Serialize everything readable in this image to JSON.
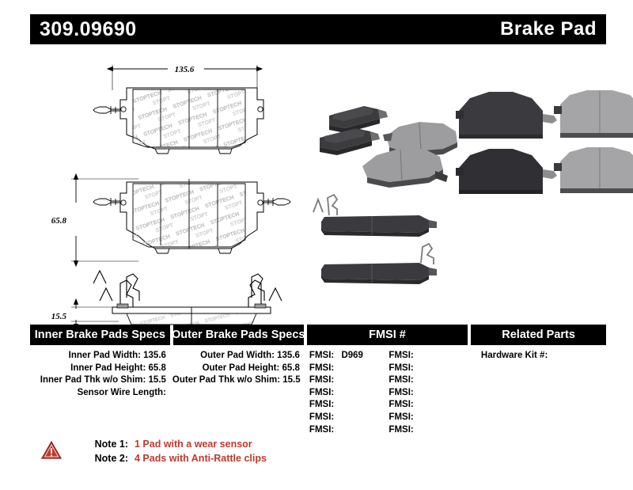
{
  "header": {
    "part_number": "309.09690",
    "product_type": "Brake Pad"
  },
  "drawing": {
    "dim_width": "135.6",
    "dim_height": "65.8",
    "dim_thickness": "15.5",
    "watermark_text": "STOPTECH"
  },
  "table": {
    "headers": {
      "inner": "Inner Brake Pads Specs",
      "outer": "Outer Brake Pads Specs",
      "fmsi": "FMSI #",
      "related": "Related Parts"
    },
    "inner_specs": [
      {
        "label": "Inner Pad Width:",
        "value": "135.6"
      },
      {
        "label": "Inner Pad Height:",
        "value": "65.8"
      },
      {
        "label": "Inner Pad Thk w/o Shim:",
        "value": "15.5"
      },
      {
        "label": "Sensor Wire Length:",
        "value": ""
      }
    ],
    "outer_specs": [
      {
        "label": "Outer Pad Width:",
        "value": "135.6"
      },
      {
        "label": "Outer Pad Height:",
        "value": "65.8"
      },
      {
        "label": "Outer Pad Thk w/o Shim:",
        "value": "15.5"
      },
      {
        "label": "",
        "value": ""
      }
    ],
    "fmsi_left": [
      {
        "label": "FMSI:",
        "value": "D969"
      },
      {
        "label": "FMSI:",
        "value": ""
      },
      {
        "label": "FMSI:",
        "value": ""
      },
      {
        "label": "FMSI:",
        "value": ""
      },
      {
        "label": "FMSI:",
        "value": ""
      },
      {
        "label": "FMSI:",
        "value": ""
      },
      {
        "label": "FMSI:",
        "value": ""
      }
    ],
    "fmsi_right": [
      {
        "label": "FMSI:",
        "value": ""
      },
      {
        "label": "FMSI:",
        "value": ""
      },
      {
        "label": "FMSI:",
        "value": ""
      },
      {
        "label": "FMSI:",
        "value": ""
      },
      {
        "label": "FMSI:",
        "value": ""
      },
      {
        "label": "FMSI:",
        "value": ""
      },
      {
        "label": "FMSI:",
        "value": ""
      }
    ],
    "related_parts": [
      {
        "label": "Hardware Kit #:",
        "value": ""
      }
    ]
  },
  "notes": {
    "icon": "warning-triangle-icon",
    "items": [
      {
        "label": "Note 1:",
        "text": "1 Pad with a wear sensor"
      },
      {
        "label": "Note 2:",
        "text": "4 Pads with Anti-Rattle clips"
      }
    ]
  },
  "colors": {
    "header_bg": "#000000",
    "header_text": "#ffffff",
    "note_text": "#c0392b",
    "warning_icon": "#c0392b",
    "drawing_line": "#000000"
  }
}
